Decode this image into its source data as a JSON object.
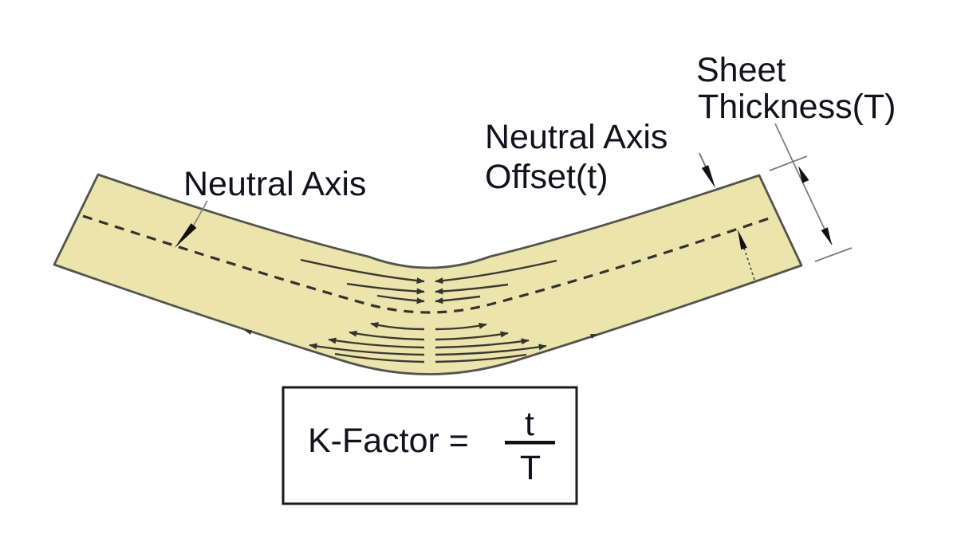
{
  "labels": {
    "neutral_axis": "Neutral Axis",
    "neutral_axis_offset": [
      "Neutral Axis",
      "Offset(t)"
    ],
    "sheet_thickness": [
      "Sheet",
      "Thickness(T)"
    ]
  },
  "formula": {
    "lhs": "K-Factor =",
    "numerator": "t",
    "denominator": "T"
  },
  "colors": {
    "background": "#ffffff",
    "sheet_fill": "#ece4ad",
    "sheet_outline": "#55544c",
    "neutral_axis_dash": "#33322c",
    "stress_arrow": "#3a3930",
    "leader_line": "#7d7d7d",
    "arrowhead": "#111111",
    "text": "#12121f",
    "formula_box_border": "#1b1b1b"
  }
}
